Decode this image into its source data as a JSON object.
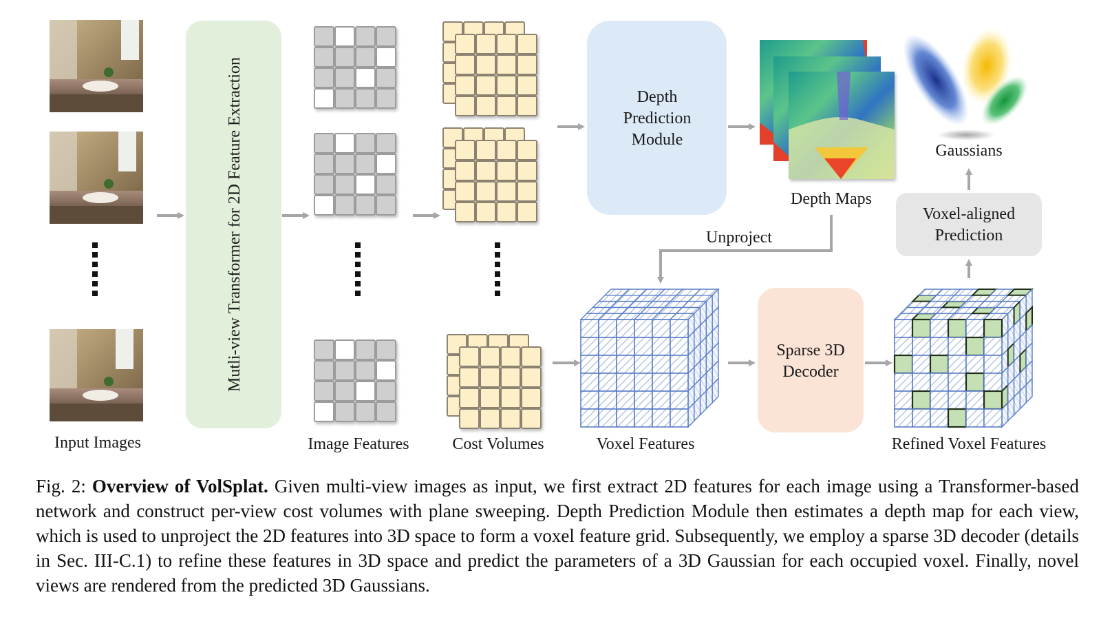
{
  "labels": {
    "input_images": "Input Images",
    "transformer": "Mutli-view Transformer for 2D Feature Extraction",
    "image_features": "Image Features",
    "cost_volumes": "Cost Volumes",
    "depth_module": [
      "Depth",
      "Prediction",
      "Module"
    ],
    "depth_maps": "Depth Maps",
    "gaussians": "Gaussians",
    "voxel_aligned": [
      "Voxel-aligned",
      "Prediction"
    ],
    "unproject": "Unproject",
    "voxel_features": "Voxel Features",
    "sparse_decoder": [
      "Sparse 3D",
      "Decoder"
    ],
    "refined_voxel_features": "Refined Voxel Features"
  },
  "caption": {
    "prefix": "Fig. 2: ",
    "bold": "Overview of VolSplat.",
    "body": " Given multi-view images as input, we first extract 2D features for each image using a Transformer-based network and construct per-view cost volumes with plane sweeping. Depth Prediction Module then estimates a depth map for each view, which is used to unproject the 2D features into 3D space to form a voxel feature grid. Subsequently, we employ a sparse 3D decoder (details in Sec. III-C.1) to refine these features in 3D space and predict the parameters of a 3D Gaussian for each occupied voxel. Finally, novel views are rendered from the predicted 3D Gaussians."
  },
  "colors": {
    "transformer_fill": "#e2efdb",
    "depth_module_fill": "#dce9f6",
    "decoder_fill": "#fbe3d6",
    "voxel_aligned_fill": "#e6e6e6",
    "feature_gray": "#cfcfcf",
    "cost_cream": "#fdf0c9",
    "voxel_blue": "#5b7fc7",
    "voxel_green": "#c5e0b4",
    "arrow": "#a6a6a6"
  },
  "icons": {
    "input_image": "bathroom-photo",
    "depth_map": "depth-colormap",
    "gaussians": "gaussian-ellipsoids"
  }
}
